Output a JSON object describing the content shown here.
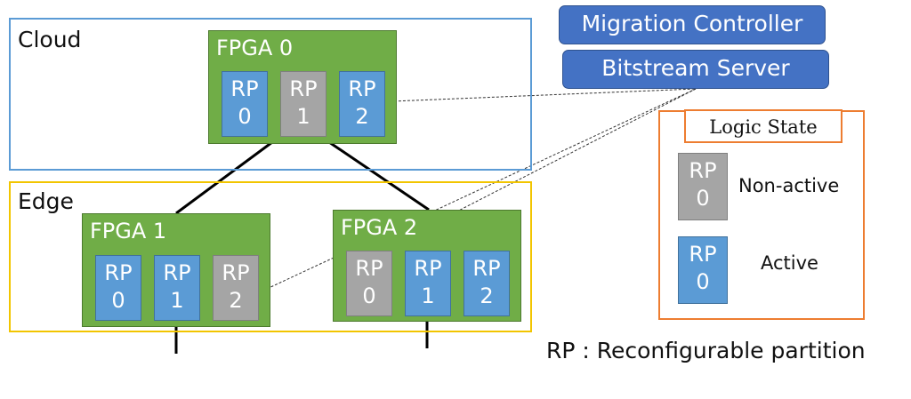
{
  "regions": {
    "cloud": {
      "label": "Cloud",
      "border_color": "#5b9bd5"
    },
    "edge": {
      "label": "Edge",
      "border_color": "#f2c500"
    }
  },
  "fpgas": [
    {
      "title": "FPGA 0",
      "rps": [
        {
          "top": "RP",
          "bottom": "0",
          "state": "active"
        },
        {
          "top": "RP",
          "bottom": "1",
          "state": "non-active"
        },
        {
          "top": "RP",
          "bottom": "2",
          "state": "active"
        }
      ]
    },
    {
      "title": "FPGA 1",
      "rps": [
        {
          "top": "RP",
          "bottom": "0",
          "state": "active"
        },
        {
          "top": "RP",
          "bottom": "1",
          "state": "active"
        },
        {
          "top": "RP",
          "bottom": "2",
          "state": "non-active"
        }
      ]
    },
    {
      "title": "FPGA 2",
      "rps": [
        {
          "top": "RP",
          "bottom": "0",
          "state": "non-active"
        },
        {
          "top": "RP",
          "bottom": "1",
          "state": "active"
        },
        {
          "top": "RP",
          "bottom": "2",
          "state": "active"
        }
      ]
    }
  ],
  "controllers": {
    "migration": "Migration Controller",
    "bitstream": "Bitstream Server"
  },
  "legend": {
    "title": "Logic State",
    "non_active": {
      "top": "RP",
      "bottom": "0",
      "label": "Non-active"
    },
    "active": {
      "top": "RP",
      "bottom": "0",
      "label": "Active"
    }
  },
  "footnote": "RP : Reconfigurable partition",
  "colors": {
    "fpga_green": "#70ad47",
    "rp_active_blue": "#5b9bd5",
    "rp_inactive_gray": "#a5a5a5",
    "controller_blue": "#4472c4",
    "legend_orange": "#ed7d31"
  }
}
